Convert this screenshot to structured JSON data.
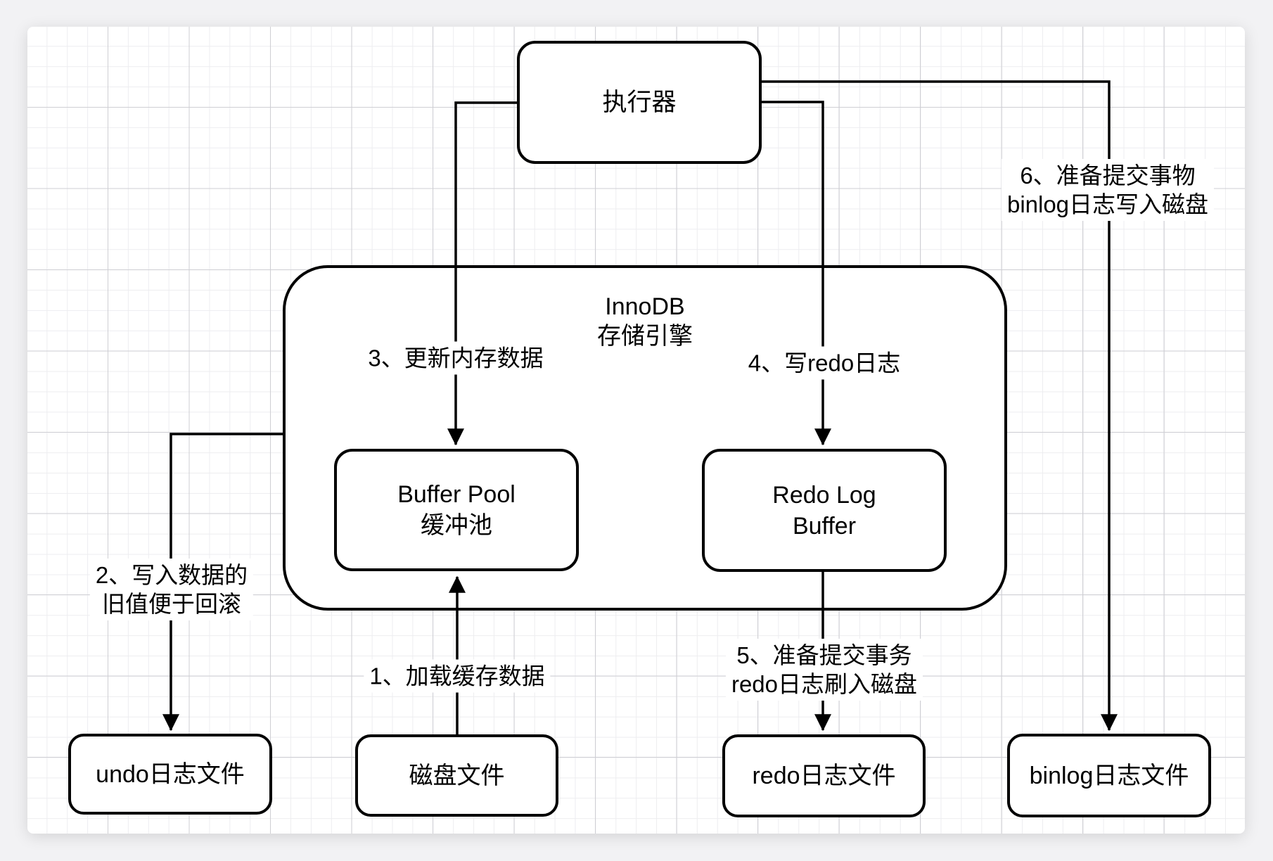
{
  "diagram": {
    "nodes": {
      "executor": {
        "label": "执行器"
      },
      "innodb": {
        "title_line1": "InnoDB",
        "title_line2": "存储引擎"
      },
      "buffer_pool": {
        "line1": "Buffer Pool",
        "line2": "缓冲池"
      },
      "redo_log_buffer": {
        "line1": "Redo Log",
        "line2": "Buffer"
      },
      "undo_file": {
        "label": "undo日志文件"
      },
      "disk_file": {
        "label": "磁盘文件"
      },
      "redo_file": {
        "label": "redo日志文件"
      },
      "binlog_file": {
        "label": "binlog日志文件"
      }
    },
    "edge_labels": {
      "step1": {
        "line1": "1、加载缓存数据"
      },
      "step2": {
        "line1": "2、写入数据的",
        "line2": "旧值便于回滚"
      },
      "step3": {
        "line1": "3、更新内存数据"
      },
      "step4": {
        "line1": "4、写redo日志"
      },
      "step5": {
        "line1": "5、准备提交事务",
        "line2": "redo日志刷入磁盘"
      },
      "step6": {
        "line1": "6、准备提交事物",
        "line2": "binlog日志写入磁盘"
      }
    },
    "colors": {
      "stroke": "#000000",
      "canvas_bg": "#ffffff",
      "grid_minor": "#ededf0",
      "grid_major": "#cfcfd4"
    }
  }
}
